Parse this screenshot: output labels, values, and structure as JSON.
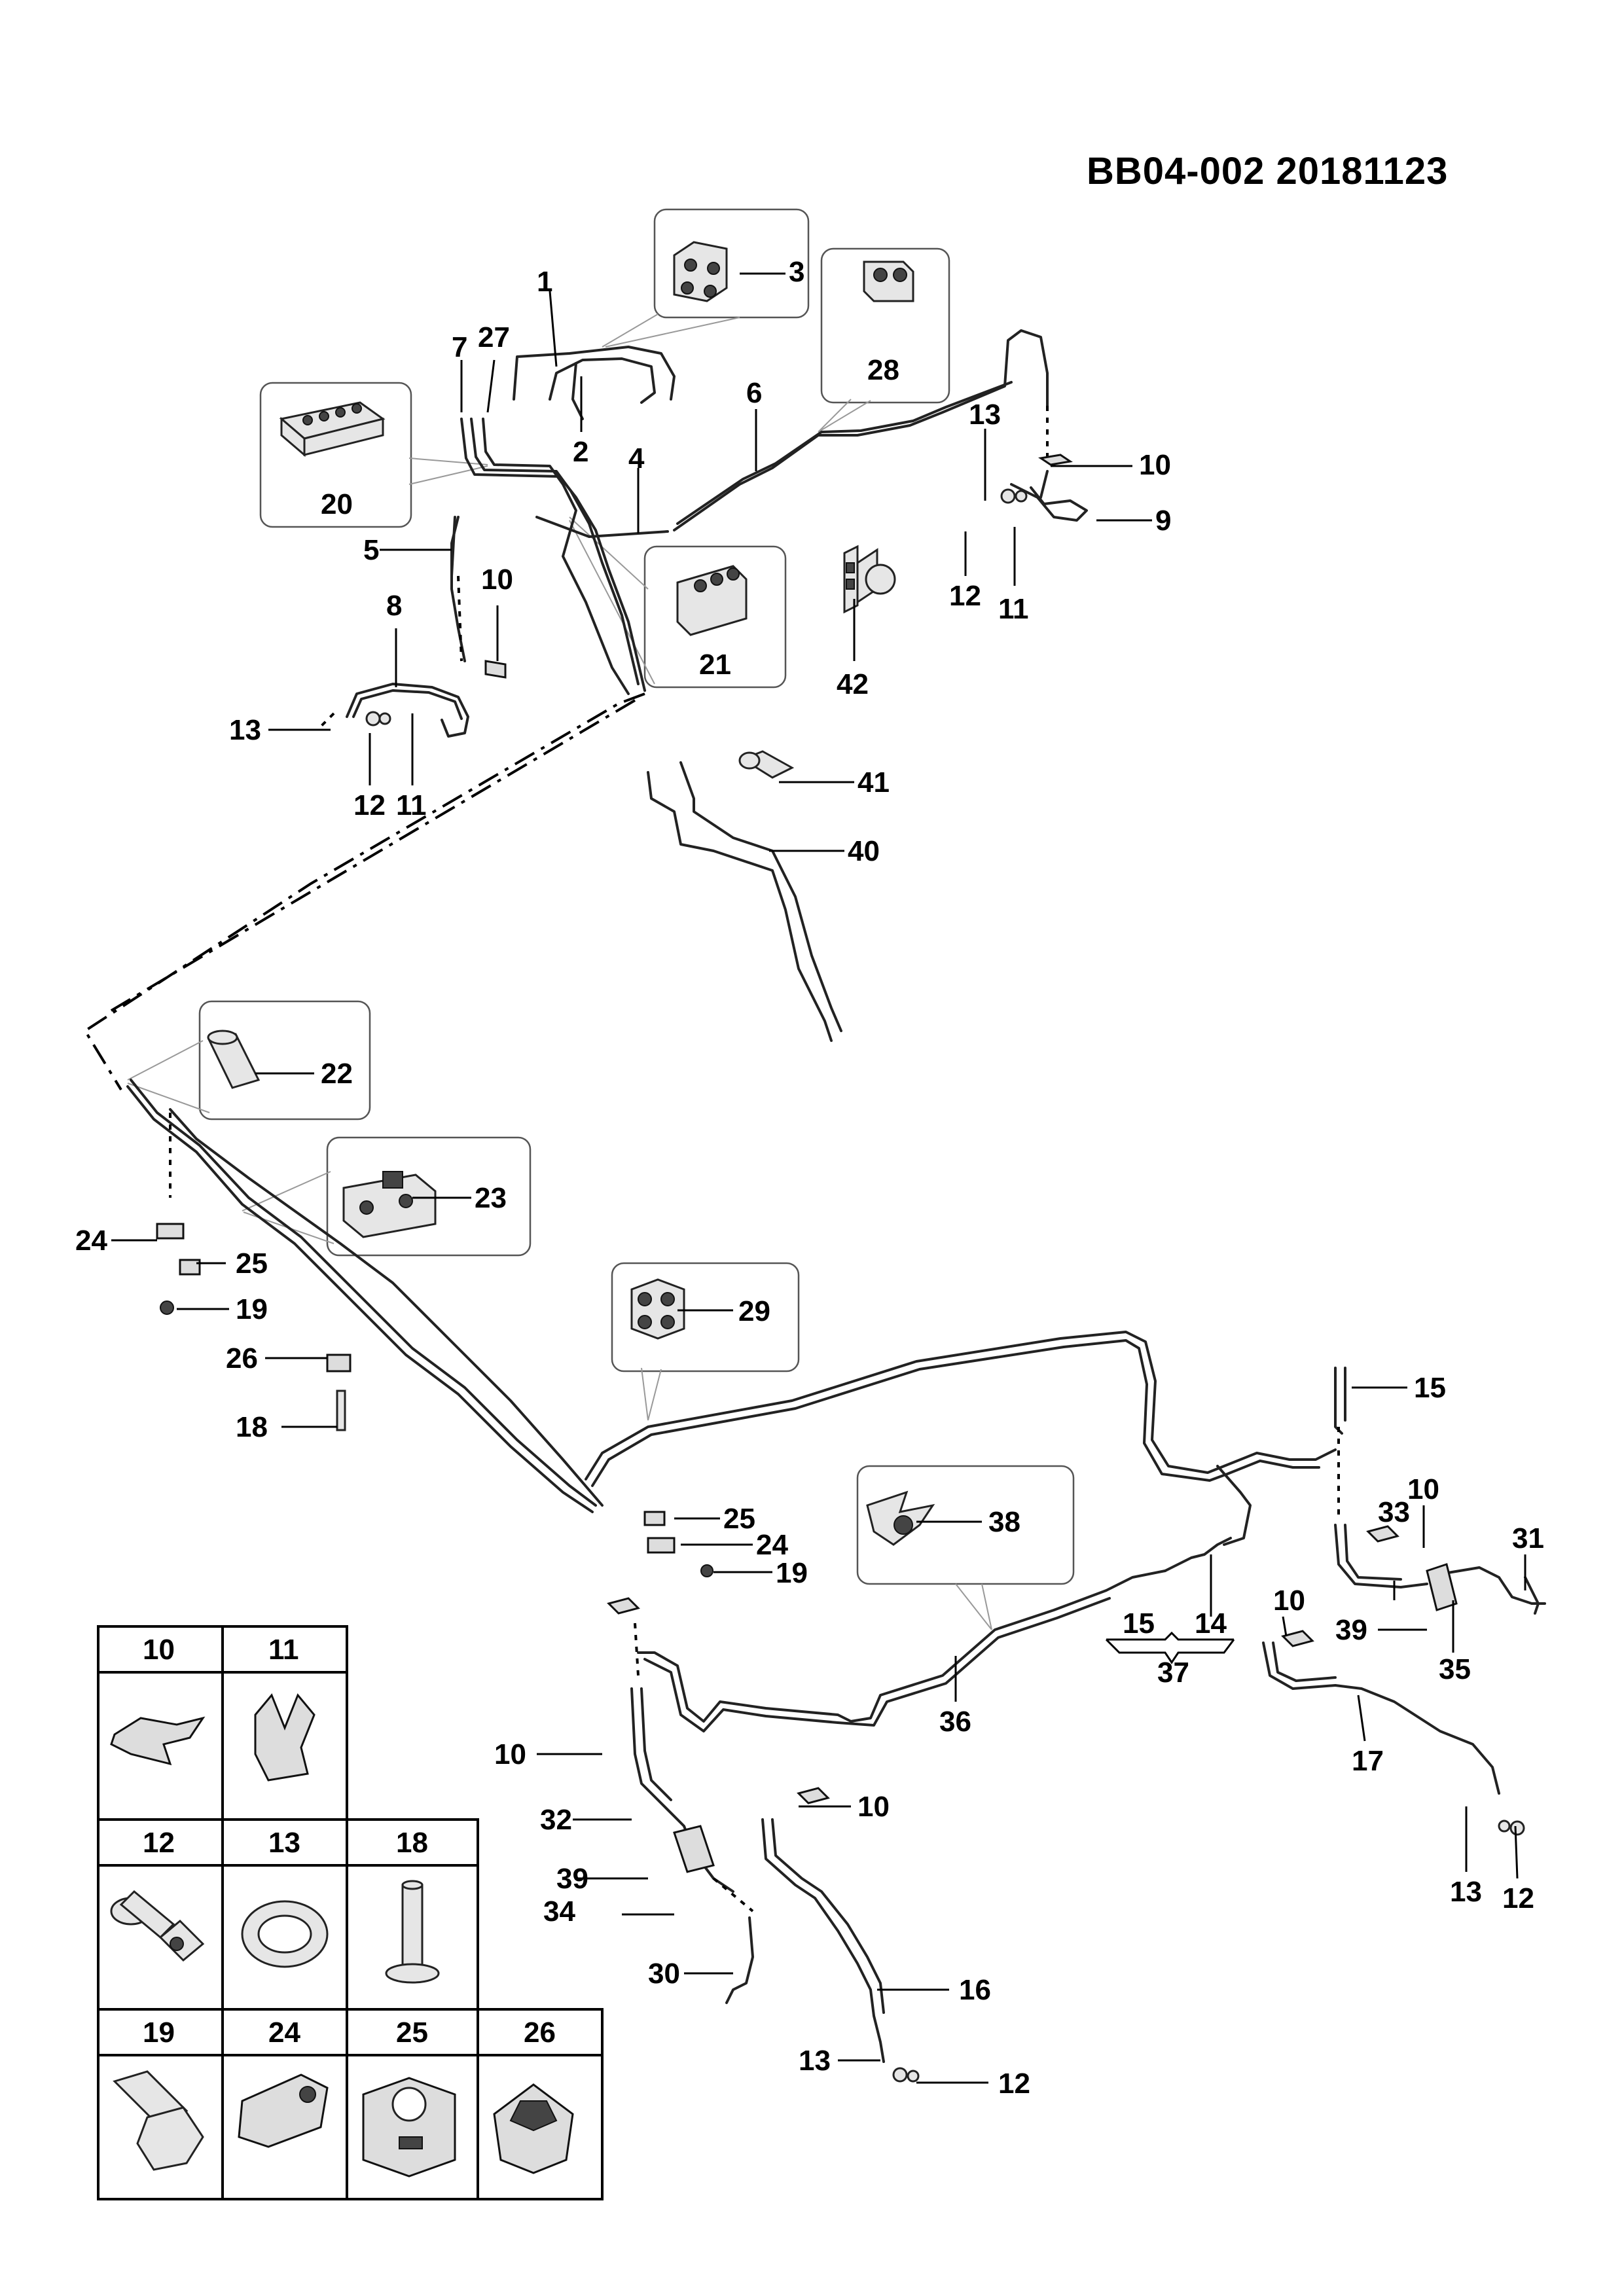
{
  "document": {
    "code": "BB04-002 20181123"
  },
  "diagram_labels": [
    {
      "id": "c1",
      "text": "1"
    },
    {
      "id": "c2",
      "text": "2"
    },
    {
      "id": "c3",
      "text": "3"
    },
    {
      "id": "c4",
      "text": "4"
    },
    {
      "id": "c5",
      "text": "5"
    },
    {
      "id": "c6",
      "text": "6"
    },
    {
      "id": "c7",
      "text": "7"
    },
    {
      "id": "c27",
      "text": "27"
    },
    {
      "id": "c8",
      "text": "8"
    },
    {
      "id": "c9",
      "text": "9"
    },
    {
      "id": "c10a",
      "text": "10"
    },
    {
      "id": "c10b",
      "text": "10"
    },
    {
      "id": "c11a",
      "text": "11"
    },
    {
      "id": "c11b",
      "text": "11"
    },
    {
      "id": "c12a",
      "text": "12"
    },
    {
      "id": "c12b",
      "text": "12"
    },
    {
      "id": "c13a",
      "text": "13"
    },
    {
      "id": "c13b",
      "text": "13"
    },
    {
      "id": "c20",
      "text": "20"
    },
    {
      "id": "c21",
      "text": "21"
    },
    {
      "id": "c28",
      "text": "28"
    },
    {
      "id": "c42",
      "text": "42"
    },
    {
      "id": "c41",
      "text": "41"
    },
    {
      "id": "c40",
      "text": "40"
    },
    {
      "id": "c22",
      "text": "22"
    },
    {
      "id": "c23",
      "text": "23"
    },
    {
      "id": "c24a",
      "text": "24"
    },
    {
      "id": "c25a",
      "text": "25"
    },
    {
      "id": "c19a",
      "text": "19"
    },
    {
      "id": "c26",
      "text": "26"
    },
    {
      "id": "c18",
      "text": "18"
    },
    {
      "id": "c29",
      "text": "29"
    },
    {
      "id": "c25b",
      "text": "25"
    },
    {
      "id": "c24b",
      "text": "24"
    },
    {
      "id": "c19b",
      "text": "19"
    },
    {
      "id": "c38",
      "text": "38"
    },
    {
      "id": "c15a",
      "text": "15"
    },
    {
      "id": "c15b",
      "text": "15"
    },
    {
      "id": "c14",
      "text": "14"
    },
    {
      "id": "c37",
      "text": "37"
    },
    {
      "id": "c10c",
      "text": "10"
    },
    {
      "id": "c33",
      "text": "33"
    },
    {
      "id": "c31",
      "text": "31"
    },
    {
      "id": "c10d",
      "text": "10"
    },
    {
      "id": "c39a",
      "text": "39"
    },
    {
      "id": "c35",
      "text": "35"
    },
    {
      "id": "c17",
      "text": "17"
    },
    {
      "id": "c13c",
      "text": "13"
    },
    {
      "id": "c12c",
      "text": "12"
    },
    {
      "id": "c36",
      "text": "36"
    },
    {
      "id": "c10e",
      "text": "10"
    },
    {
      "id": "c32",
      "text": "32"
    },
    {
      "id": "c39b",
      "text": "39"
    },
    {
      "id": "c34",
      "text": "34"
    },
    {
      "id": "c30",
      "text": "30"
    },
    {
      "id": "c10f",
      "text": "10"
    },
    {
      "id": "c16",
      "text": "16"
    },
    {
      "id": "c13d",
      "text": "13"
    },
    {
      "id": "c12d",
      "text": "12"
    }
  ],
  "parts_table": {
    "rows": [
      [
        "10",
        "11"
      ],
      [
        "12",
        "13",
        "18"
      ],
      [
        "19",
        "24",
        "25",
        "26"
      ]
    ]
  }
}
